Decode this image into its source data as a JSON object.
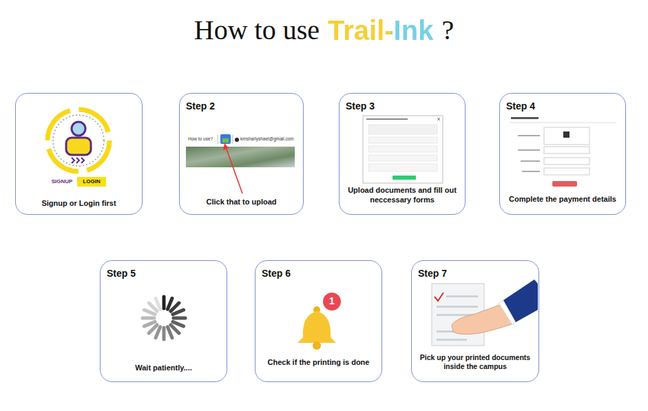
{
  "diagram": {
    "title": "How to use",
    "nodes": [
      {
        "text": [
          "SIGNUP",
          "LOGIN",
          "Signup or Login first"
        ]
      },
      {
        "text": [
          "Step 2",
          "How to use?",
          "kmsharlyshael@gmail.com",
          "Click that to upload"
        ]
      },
      {
        "text": [
          "Step 3",
          "Upload documents and fill out neccessary forms"
        ]
      },
      {
        "text": [
          "Step 4",
          "Complete the payment details"
        ]
      },
      {
        "text": [
          "Step 5",
          "Wait patiently...."
        ]
      },
      {
        "text": [
          "Step 6",
          "1",
          "Check if the printing is done"
        ]
      },
      {
        "text": [
          "Step 7",
          "Pick up your printed documents inside the campus"
        ]
      }
    ],
    "labels": [
      "Trail-Ink",
      "?"
    ]
  }
}
